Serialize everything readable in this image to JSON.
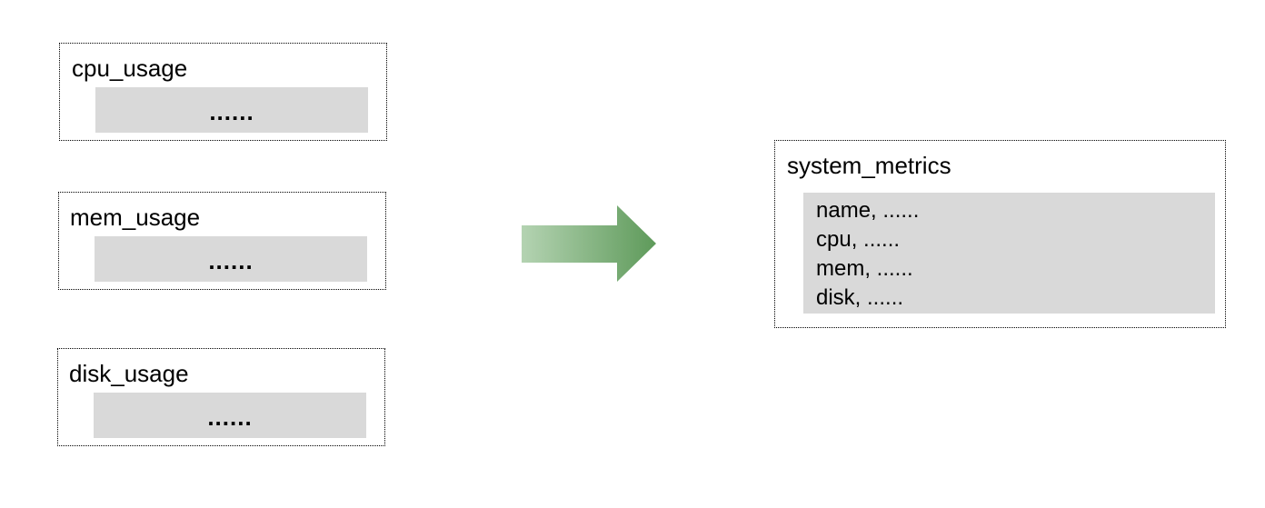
{
  "source_tables": [
    {
      "name": "cpu_usage",
      "content": "......"
    },
    {
      "name": "mem_usage",
      "content": "......"
    },
    {
      "name": "disk_usage",
      "content": "......"
    }
  ],
  "target_table": {
    "name": "system_metrics",
    "fields": [
      "name, ......",
      "cpu, ......",
      "mem, ......",
      "disk, ......"
    ]
  },
  "arrow": {
    "color_start": "#b4d3b2",
    "color_end": "#5e9a5a"
  }
}
